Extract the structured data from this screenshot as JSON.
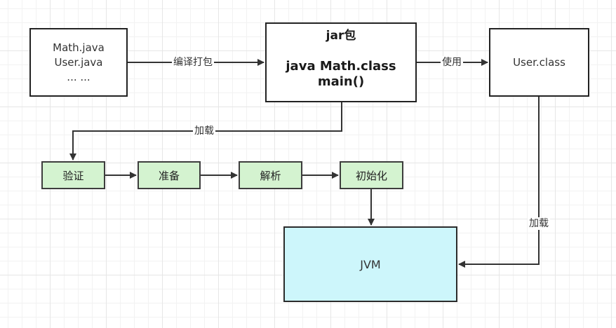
{
  "nodes": {
    "sources": {
      "lines": [
        "Math.java",
        "User.java",
        "... ..."
      ]
    },
    "jar": {
      "title": "jar包",
      "line1": "java Math.class",
      "line2": "main()"
    },
    "user_class": {
      "label": "User.class"
    },
    "steps": [
      {
        "label": "验证"
      },
      {
        "label": "准备"
      },
      {
        "label": "解析"
      },
      {
        "label": "初始化"
      }
    ],
    "jvm": {
      "label": "JVM"
    }
  },
  "edges": {
    "compile_label": "编译打包",
    "use_label": "使用",
    "load_label_left": "加载",
    "load_label_right": "加载"
  },
  "colors": {
    "step_fill": "#d4f3d0",
    "jvm_fill": "#cdf6fb",
    "stroke": "#333333"
  }
}
